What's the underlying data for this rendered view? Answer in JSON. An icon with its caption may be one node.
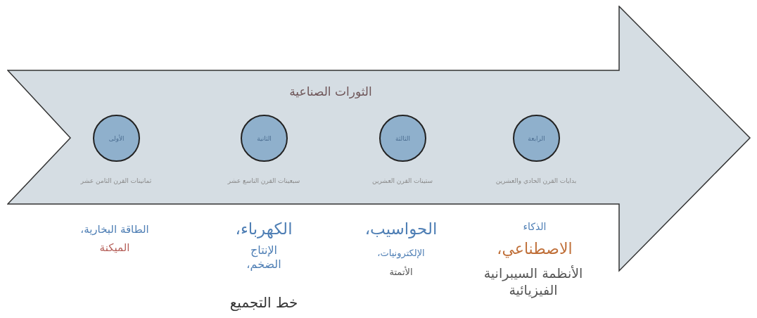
{
  "diagram": {
    "nodes": [
      {
        "text": [
          "الثورات الصناعية"
        ]
      },
      {
        "text": [
          "الأولى"
        ],
        "in": 0,
        "beside": [
          "ثمانينات القرن الثامن عشر"
        ]
      },
      {
        "text": [
          "الثانية"
        ],
        "in": 0,
        "beside": [
          "سبعينات القرن التاسع عشر"
        ]
      },
      {
        "text": [
          "الثالثة"
        ],
        "in": 0,
        "beside": [
          "ستينات القرن العشرين"
        ]
      },
      {
        "text": [
          "الرابعة"
        ],
        "in": 0,
        "beside": [
          "بدايات القرن الحادي والعشرين"
        ]
      }
    ],
    "labels": [
      "الطاقة البخارية،",
      "الميكنة",
      "الكهرباء،",
      "الإنتاج الضخم،",
      "خط التجميع",
      "الحواسيب،",
      "الإلكترونيات،",
      "الأتمتة",
      "الذكاء",
      "الاصطناعي،",
      "الأنظمة السيبرانية الفيزيائية"
    ]
  }
}
